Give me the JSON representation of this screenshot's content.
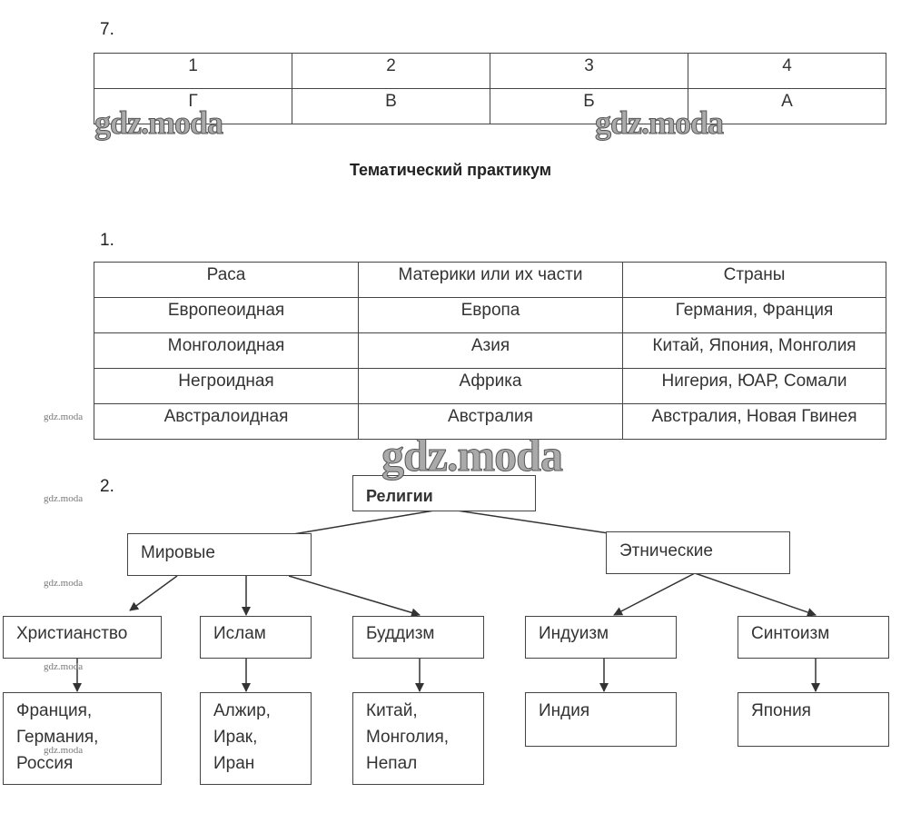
{
  "task7": {
    "number": "7.",
    "header": [
      "1",
      "2",
      "3",
      "4"
    ],
    "answers": [
      "Г",
      "В",
      "Б",
      "А"
    ]
  },
  "section_title": "Тематический практикум",
  "task1": {
    "number": "1.",
    "columns": [
      "Раса",
      "Материки или их части",
      "Страны"
    ],
    "rows": [
      [
        "Европеоидная",
        "Европа",
        "Германия, Франция"
      ],
      [
        "Монголоидная",
        "Азия",
        "Китай, Япония, Монголия"
      ],
      [
        "Негроидная",
        "Африка",
        "Нигерия, ЮАР, Сомали"
      ],
      [
        "Австралоидная",
        "Австралия",
        "Австралия, Новая Гвинея"
      ]
    ]
  },
  "task2": {
    "number": "2.",
    "root": "Религии",
    "world": "Мировые",
    "ethnic": "Этнические",
    "religions": [
      {
        "name": "Христианство",
        "countries": [
          "Франция,",
          "Германия,",
          "Россия"
        ]
      },
      {
        "name": "Ислам",
        "countries": [
          "Алжир,",
          "Ирак,",
          "Иран"
        ]
      },
      {
        "name": "Буддизм",
        "countries": [
          "Китай,",
          "Монголия,",
          "Непал"
        ]
      },
      {
        "name": "Индуизм",
        "countries": [
          "Индия"
        ]
      },
      {
        "name": "Синтоизм",
        "countries": [
          "Япония"
        ]
      }
    ]
  },
  "watermark": "gdz.moda"
}
